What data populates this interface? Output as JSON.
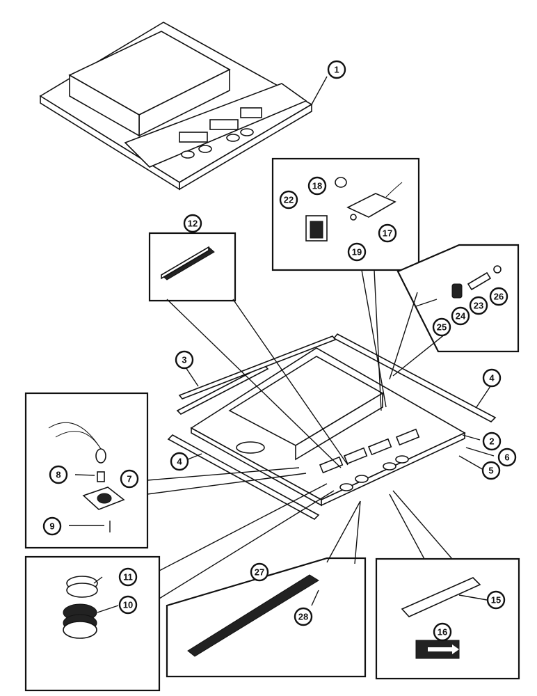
{
  "callouts": {
    "c1": "1",
    "c2": "2",
    "c3": "3",
    "c4a": "4",
    "c4b": "4",
    "c5": "5",
    "c6": "6",
    "c7": "7",
    "c8": "8",
    "c9": "9",
    "c10": "10",
    "c11": "11",
    "c12": "12",
    "c15": "15",
    "c16": "16",
    "c17": "17",
    "c18": "18",
    "c19": "19",
    "c22": "22",
    "c23": "23",
    "c24": "24",
    "c25": "25",
    "c26": "26",
    "c27": "27",
    "c28": "28"
  }
}
